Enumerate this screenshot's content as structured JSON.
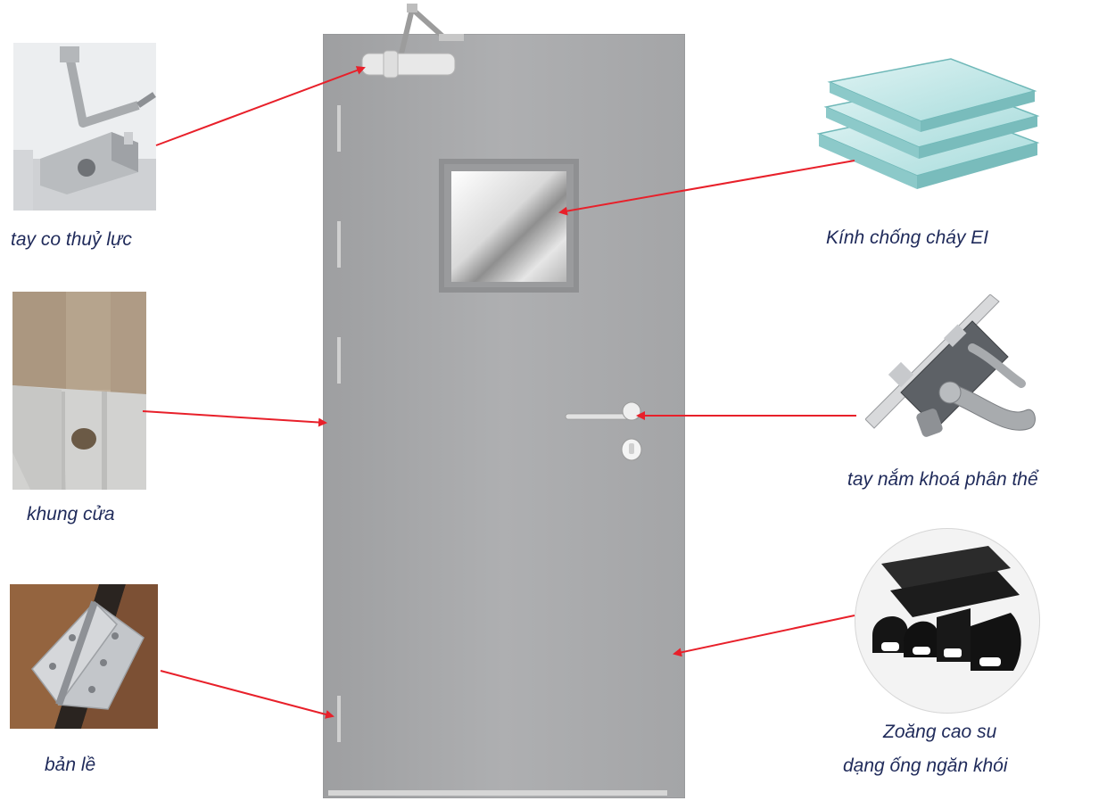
{
  "labels": {
    "door_closer": "tay co thuỷ lực",
    "door_frame": "khung cửa",
    "hinge": "bản lề",
    "fire_glass": "Kính chống cháy EI",
    "lock_handle": "tay nắm khoá phân thể",
    "gasket_line1": "Zoăng cao su",
    "gasket_line2": "dạng ống ngăn khói"
  },
  "colors": {
    "arrow": "#e8202a",
    "label_text": "#1f2a5a",
    "door": "#a9aaac"
  }
}
